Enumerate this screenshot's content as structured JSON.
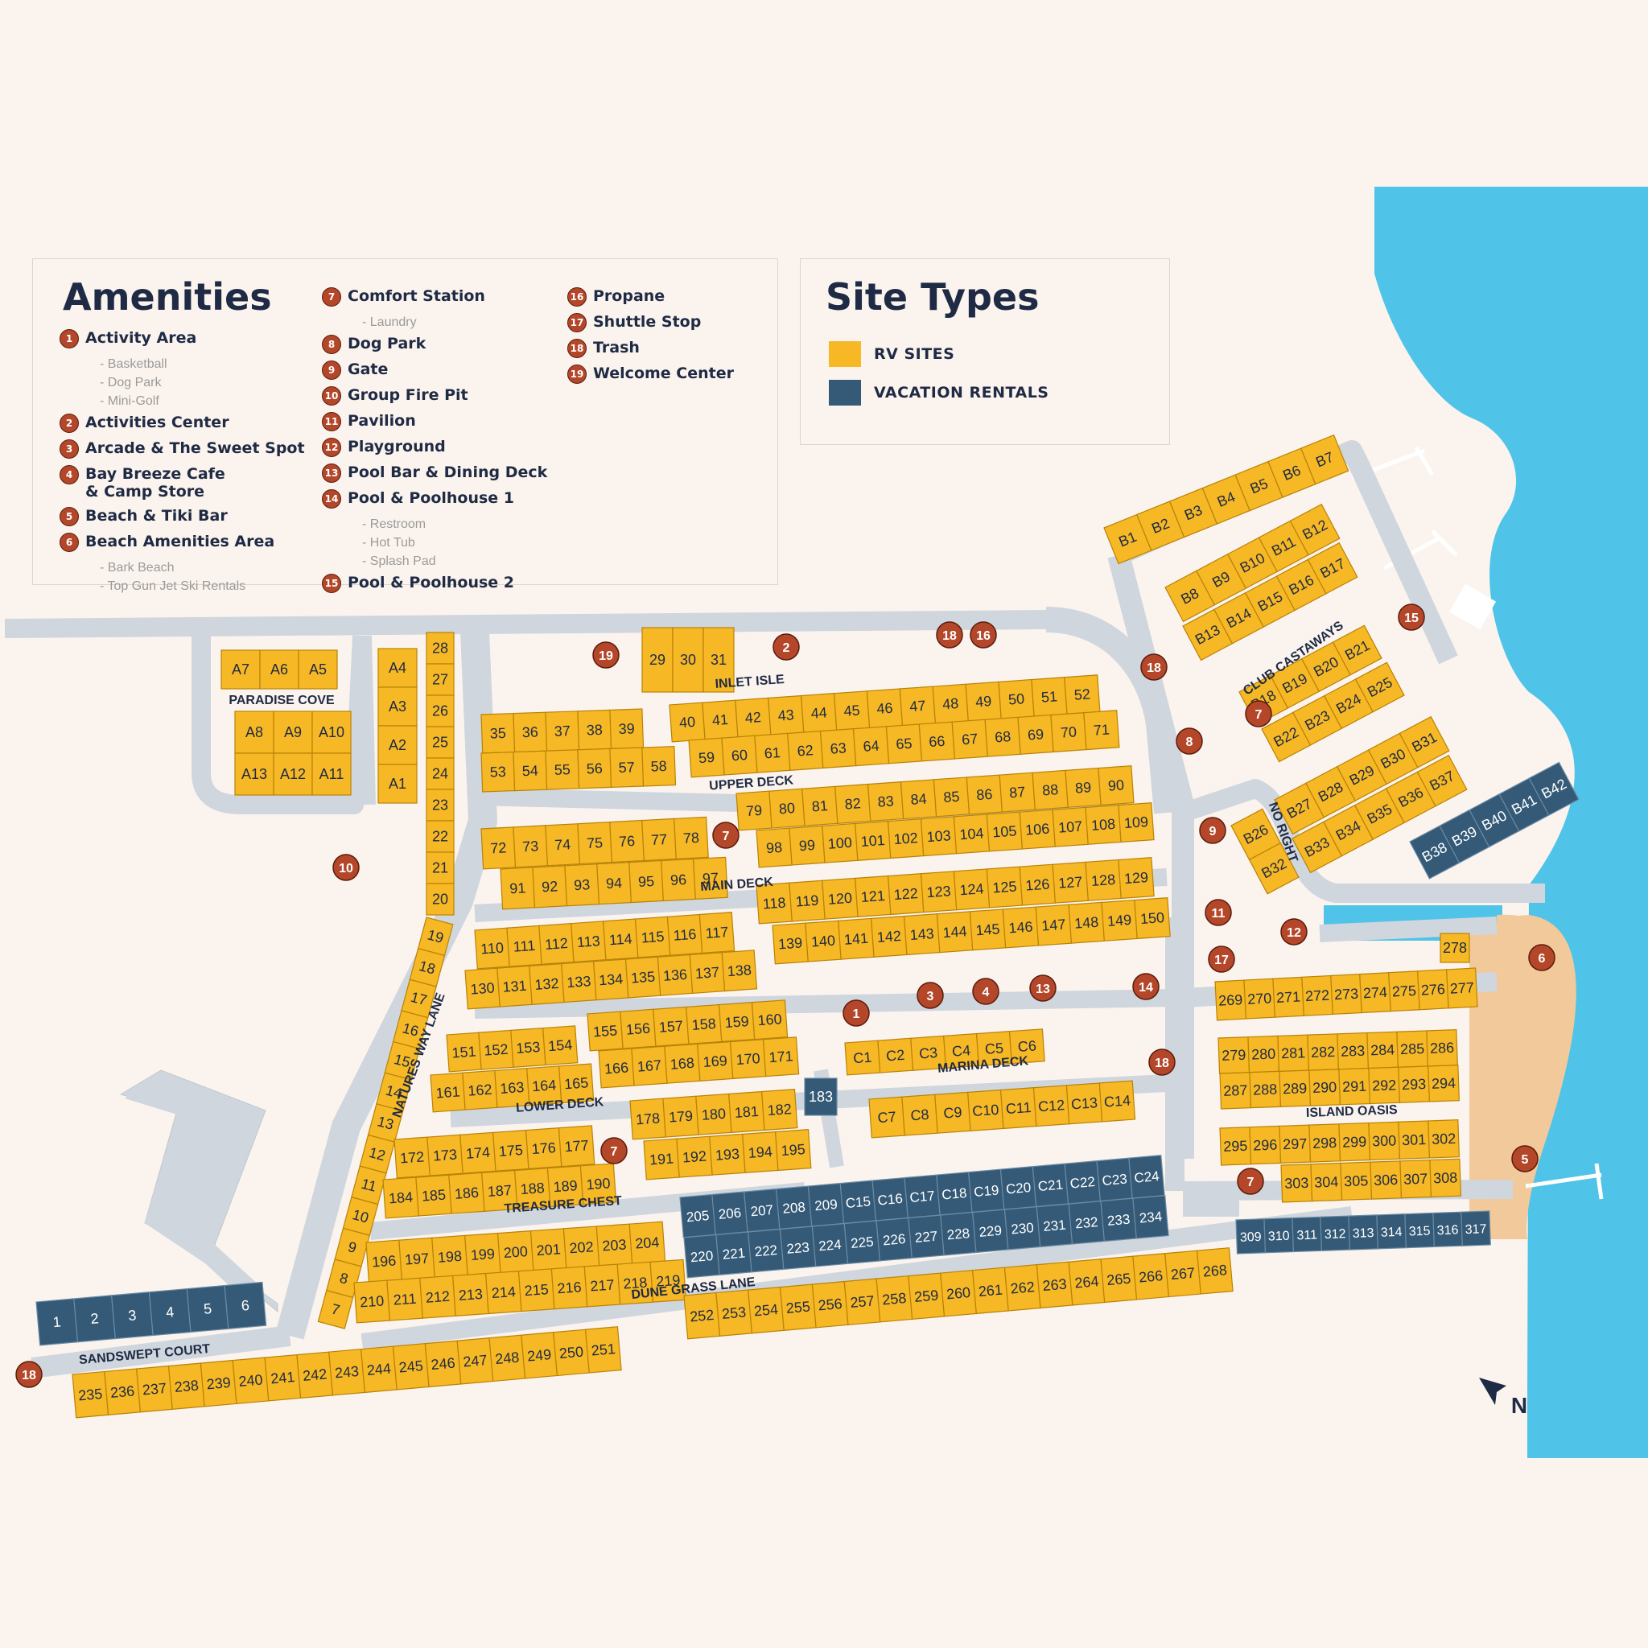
{
  "legend": {
    "amenities_title": "Amenities",
    "site_types_title": "Site Types",
    "amenities": [
      {
        "num": "1",
        "label": "Activity Area",
        "subs": [
          "- Basketball",
          "- Dog Park",
          "- Mini-Golf"
        ]
      },
      {
        "num": "2",
        "label": "Activities Center",
        "subs": []
      },
      {
        "num": "3",
        "label": "Arcade & The Sweet Spot",
        "subs": []
      },
      {
        "num": "4",
        "label": "Bay Breeze Cafe\n& Camp Store",
        "subs": []
      },
      {
        "num": "5",
        "label": "Beach & Tiki Bar",
        "subs": []
      },
      {
        "num": "6",
        "label": "Beach Amenities Area",
        "subs": [
          "- Bark Beach",
          "- Top Gun Jet Ski Rentals"
        ]
      },
      {
        "num": "7",
        "label": "Comfort Station",
        "subs": [
          "- Laundry"
        ]
      },
      {
        "num": "8",
        "label": "Dog Park",
        "subs": []
      },
      {
        "num": "9",
        "label": "Gate",
        "subs": []
      },
      {
        "num": "10",
        "label": "Group Fire Pit",
        "subs": []
      },
      {
        "num": "11",
        "label": "Pavilion",
        "subs": []
      },
      {
        "num": "12",
        "label": "Playground",
        "subs": []
      },
      {
        "num": "13",
        "label": "Pool Bar & Dining Deck",
        "subs": []
      },
      {
        "num": "14",
        "label": "Pool & Poolhouse 1",
        "subs": [
          "- Restroom",
          "- Hot Tub",
          "- Splash Pad"
        ]
      },
      {
        "num": "15",
        "label": "Pool & Poolhouse 2",
        "subs": []
      },
      {
        "num": "16",
        "label": "Propane",
        "subs": []
      },
      {
        "num": "17",
        "label": "Shuttle Stop",
        "subs": []
      },
      {
        "num": "18",
        "label": "Trash",
        "subs": []
      },
      {
        "num": "19",
        "label": "Welcome Center",
        "subs": []
      }
    ],
    "site_types": [
      {
        "label": "RV SITES",
        "color": "#f6b824"
      },
      {
        "label": "VACATION RENTALS",
        "color": "#345a77"
      }
    ]
  },
  "colors": {
    "rv": "#f6b824",
    "rental": "#345a77",
    "road": "#cfd6dd",
    "water": "#4fc3e8",
    "sand": "#f2c99a",
    "marker": "#b4472a",
    "bg": "#fbf4ee",
    "ink": "#1f2a44"
  },
  "streets": [
    "PARADISE COVE",
    "INLET ISLE",
    "UPPER DECK",
    "MAIN DECK",
    "MARINA DECK",
    "LOWER DECK",
    "TREASURE CHEST",
    "DUNE GRASS LANE",
    "SANDSWEPT COURT",
    "NATURES WAY LANE",
    "CLUB CASTAWAYS",
    "NO RIGHT",
    "ISLAND OASIS"
  ],
  "compass": "N",
  "sites": {
    "paradise": [
      "A7",
      "A6",
      "A5",
      "A8",
      "A9",
      "A10",
      "A13",
      "A12",
      "A11"
    ],
    "a_col": [
      "A4",
      "A3",
      "A2",
      "A1"
    ],
    "col_28_20": [
      "28",
      "27",
      "26",
      "25",
      "24",
      "23",
      "22",
      "21",
      "20"
    ],
    "natures_way": [
      "19",
      "18",
      "17",
      "16",
      "15",
      "14",
      "13",
      "12",
      "11",
      "10",
      "9",
      "8",
      "7"
    ],
    "inlet_top": [
      "29",
      "30",
      "31"
    ],
    "upper_left_top": [
      "35",
      "36",
      "37",
      "38",
      "39"
    ],
    "upper_left_bot": [
      "53",
      "54",
      "55",
      "56",
      "57",
      "58"
    ],
    "inlet_row": [
      "40",
      "41",
      "42",
      "43",
      "44",
      "45",
      "46",
      "47",
      "48",
      "49",
      "50",
      "51",
      "52"
    ],
    "upper_row2": [
      "59",
      "60",
      "61",
      "62",
      "63",
      "64",
      "65",
      "66",
      "67",
      "68",
      "69",
      "70",
      "71"
    ],
    "main_left_top": [
      "72",
      "73",
      "74",
      "75",
      "76",
      "77",
      "78"
    ],
    "main_left_bot": [
      "91",
      "92",
      "93",
      "94",
      "95",
      "96",
      "97"
    ],
    "upper_deck_top": [
      "79",
      "80",
      "81",
      "82",
      "83",
      "84",
      "85",
      "86",
      "87",
      "88",
      "89",
      "90"
    ],
    "upper_deck_bot": [
      "98",
      "99",
      "100",
      "101",
      "102",
      "103",
      "104",
      "105",
      "106",
      "107",
      "108",
      "109"
    ],
    "mid_left_top": [
      "110",
      "111",
      "112",
      "113",
      "114",
      "115",
      "116",
      "117"
    ],
    "mid_left_bot": [
      "130",
      "131",
      "132",
      "133",
      "134",
      "135",
      "136",
      "137",
      "138"
    ],
    "main_deck_top": [
      "118",
      "119",
      "120",
      "121",
      "122",
      "123",
      "124",
      "125",
      "126",
      "127",
      "128",
      "129"
    ],
    "main_deck_bot": [
      "139",
      "140",
      "141",
      "142",
      "143",
      "144",
      "145",
      "146",
      "147",
      "148",
      "149",
      "150"
    ],
    "low_a_top": [
      "151",
      "152",
      "153",
      "154"
    ],
    "low_a_bot": [
      "161",
      "162",
      "163",
      "164",
      "165"
    ],
    "low_b_top": [
      "155",
      "156",
      "157",
      "158",
      "159",
      "160"
    ],
    "low_b_bot": [
      "166",
      "167",
      "168",
      "169",
      "170",
      "171"
    ],
    "marina_top": [
      "C1",
      "C2",
      "C3",
      "C4",
      "C5",
      "C6"
    ],
    "marina_bot": [
      "C7",
      "C8",
      "C9",
      "C10",
      "C11",
      "C12",
      "C13",
      "C14"
    ],
    "single_183": [
      "183"
    ],
    "lower_left_top": [
      "172",
      "173",
      "174",
      "175",
      "176",
      "177"
    ],
    "lower_left_bot": [
      "184",
      "185",
      "186",
      "187",
      "188",
      "189",
      "190"
    ],
    "lower_right_top": [
      "178",
      "179",
      "180",
      "181",
      "182"
    ],
    "lower_right_bot": [
      "191",
      "192",
      "193",
      "194",
      "195"
    ],
    "treasure_top": [
      "196",
      "197",
      "198",
      "199",
      "200",
      "201",
      "202",
      "203",
      "204"
    ],
    "treasure_bot": [
      "210",
      "211",
      "212",
      "213",
      "214",
      "215",
      "216",
      "217",
      "218",
      "219"
    ],
    "rental_top": [
      "205",
      "206",
      "207",
      "208",
      "209",
      "C15",
      "C16",
      "C17",
      "C18",
      "C19",
      "C20",
      "C21",
      "C22",
      "C23",
      "C24"
    ],
    "rental_bot": [
      "220",
      "221",
      "222",
      "223",
      "224",
      "225",
      "226",
      "227",
      "228",
      "229",
      "230",
      "231",
      "232",
      "233",
      "234"
    ],
    "dune_row": [
      "252",
      "253",
      "254",
      "255",
      "256",
      "257",
      "258",
      "259",
      "260",
      "261",
      "262",
      "263",
      "264",
      "265",
      "266",
      "267",
      "268"
    ],
    "sandswept_rentals": [
      "1",
      "2",
      "3",
      "4",
      "5",
      "6"
    ],
    "bottom_row": [
      "235",
      "236",
      "237",
      "238",
      "239",
      "240",
      "241",
      "242",
      "243",
      "244",
      "245",
      "246",
      "247",
      "248",
      "249",
      "250",
      "251"
    ],
    "b_top": [
      "B1",
      "B2",
      "B3",
      "B4",
      "B5",
      "B6",
      "B7"
    ],
    "b_a_top": [
      "B8",
      "B9",
      "B10",
      "B11",
      "B12"
    ],
    "b_a_bot": [
      "B13",
      "B14",
      "B15",
      "B16",
      "B17"
    ],
    "b_b_top": [
      "B18",
      "B19",
      "B20",
      "B21"
    ],
    "b_b_bot": [
      "B22",
      "B23",
      "B24",
      "B25"
    ],
    "b_c_top": [
      "B27",
      "B28",
      "B29",
      "B30",
      "B31"
    ],
    "b_c_bot": [
      "B33",
      "B34",
      "B35",
      "B36",
      "B37"
    ],
    "b_small": [
      "B26",
      "B32"
    ],
    "b_rentals": [
      "B38",
      "B39",
      "B40",
      "B41",
      "B42"
    ],
    "oasis_278": [
      "278"
    ],
    "oasis_row1": [
      "269",
      "270",
      "271",
      "272",
      "273",
      "274",
      "275",
      "276",
      "277"
    ],
    "oasis_row2": [
      "279",
      "280",
      "281",
      "282",
      "283",
      "284",
      "285",
      "286"
    ],
    "oasis_row3": [
      "287",
      "288",
      "289",
      "290",
      "291",
      "292",
      "293",
      "294"
    ],
    "oasis_row4": [
      "295",
      "296",
      "297",
      "298",
      "299",
      "300",
      "301",
      "302"
    ],
    "oasis_row5": [
      "303",
      "304",
      "305",
      "306",
      "307",
      "308"
    ],
    "oasis_rentals": [
      "309",
      "310",
      "311",
      "312",
      "313",
      "314",
      "315",
      "316",
      "317"
    ]
  },
  "markers": [
    "19",
    "2",
    "18",
    "16",
    "18",
    "15",
    "8",
    "7",
    "9",
    "7",
    "10",
    "11",
    "12",
    "17",
    "6",
    "1",
    "3",
    "4",
    "13",
    "14",
    "18",
    "7",
    "7",
    "5",
    "18"
  ]
}
